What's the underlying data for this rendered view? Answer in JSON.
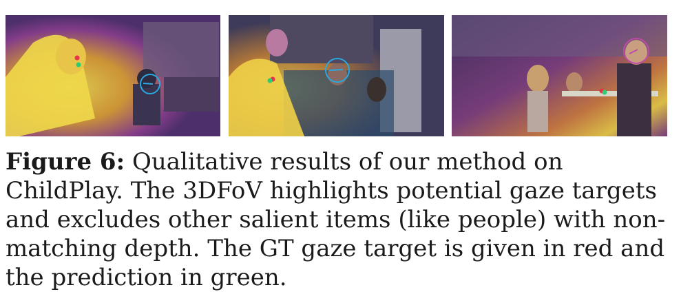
{
  "figure": {
    "label": "Figure 6:",
    "caption": "Qualitative results of our method on ChildPlay. The 3DFoV highlights potential gaze targets and excludes other salient items (like people) with non-matching depth. The GT gaze target is given in red and the prediction in green."
  },
  "panels": [
    {
      "id": "p1",
      "gt_color": "#e8334a",
      "pred_color": "#2ecc71",
      "head_circle_color": "#2aa8e0"
    },
    {
      "id": "p2",
      "gt_color": "#e8334a",
      "pred_color": "#2ecc71",
      "head_circle_color": "#2aa8e0"
    },
    {
      "id": "p3",
      "gt_color": "#e8334a",
      "pred_color": "#2ecc71",
      "head_circle_color": "#c04aa8"
    }
  ]
}
